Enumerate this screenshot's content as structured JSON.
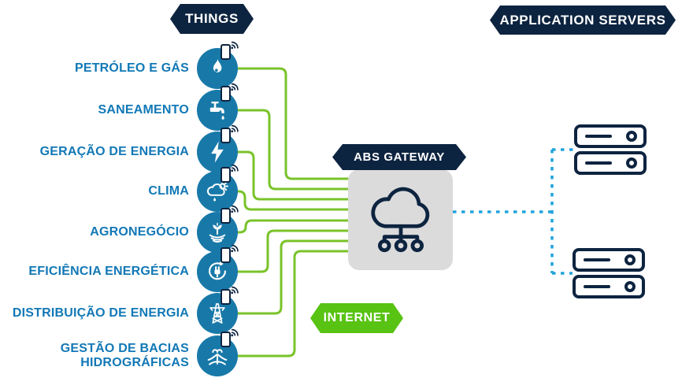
{
  "colors": {
    "navy": "#0D2440",
    "label_blue": "#1278B6",
    "circle_blue": "#1879A9",
    "line_green": "#79C32A",
    "internet_green": "#58C313",
    "dash_cyan": "#20A3DC",
    "gateway_gray": "#DBDBDB",
    "white": "#FFFFFF"
  },
  "things": {
    "title": "THINGS",
    "device_icon": "iot-sensor-with-wifi-icon",
    "items": [
      {
        "label": "PETRÓLEO E GÁS",
        "icon": "flame-icon"
      },
      {
        "label": "SANEAMENTO",
        "icon": "faucet-icon"
      },
      {
        "label": "GERAÇÃO DE ENERGIA",
        "icon": "lightning-icon"
      },
      {
        "label": "CLIMA",
        "icon": "weather-icon"
      },
      {
        "label": "AGRONEGÓCIO",
        "icon": "crop-icon"
      },
      {
        "label": "EFICIÊNCIA ENERGÉTICA",
        "icon": "energy-efficiency-icon"
      },
      {
        "label": "DISTRIBUIÇÃO DE ENERGIA",
        "icon": "transmission-tower-icon"
      },
      {
        "label": "GESTÃO DE BACIAS HIDROGRÁFICAS",
        "icon": "river-basin-icon"
      }
    ]
  },
  "gateway": {
    "title": "ABS GATEWAY",
    "icon": "cloud-network-icon"
  },
  "internet": {
    "label": "INTERNET"
  },
  "application_servers": {
    "title": "APPLICATION SERVERS",
    "server_count": 2
  }
}
